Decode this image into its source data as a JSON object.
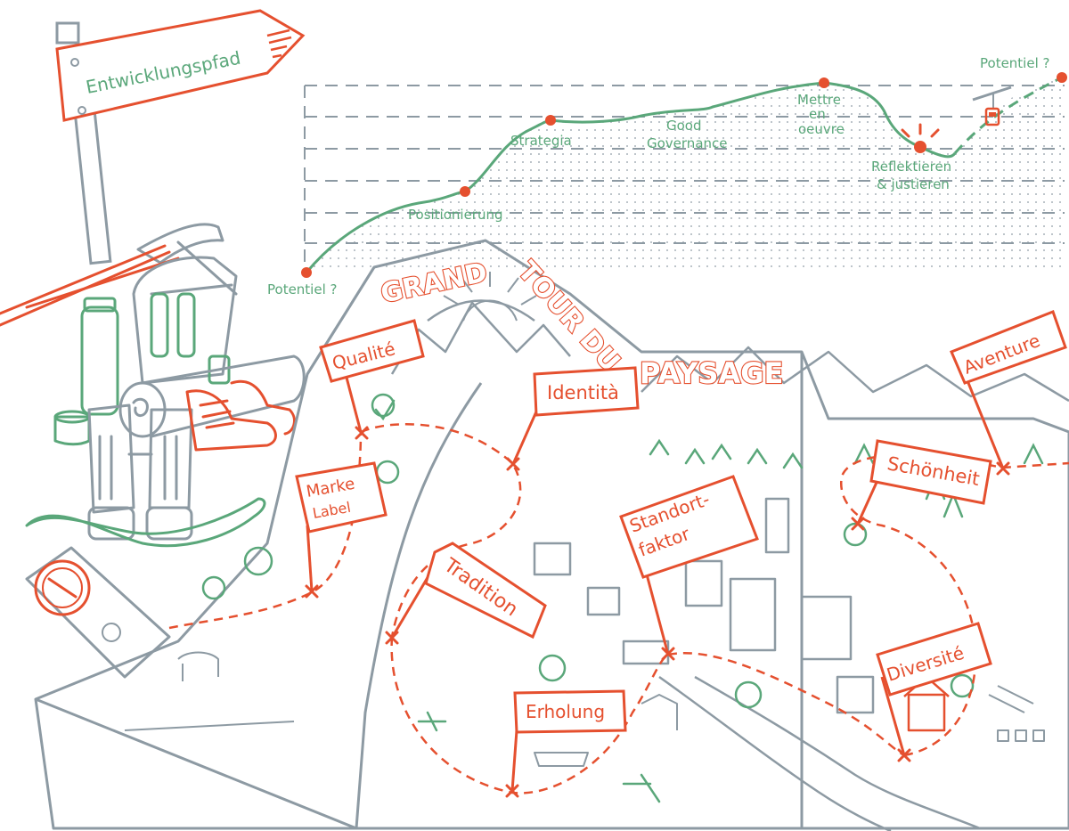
{
  "colors": {
    "red": "#e5502f",
    "green": "#5aa77a",
    "grey": "#8d9aa3",
    "background": "#ffffff"
  },
  "signpost": {
    "label": "Entwicklungspfad"
  },
  "development_path": {
    "start_label": "Potentiel ?",
    "end_label": "Potentiel ?",
    "stages": [
      {
        "label": "Positionierung"
      },
      {
        "label": "Strategia"
      },
      {
        "label": "Good"
      },
      {
        "label": "Governance"
      },
      {
        "label": "Mettre"
      },
      {
        "label": "en"
      },
      {
        "label": "oeuvre"
      },
      {
        "label": "Reflektieren"
      },
      {
        "label": "& justieren"
      }
    ]
  },
  "map_title": {
    "line1": "GRAND",
    "line2": "TOUR DU",
    "line3": "PAYSAGE"
  },
  "flags": {
    "qualite": "Qualité",
    "identita": "Identità",
    "aventure": "Aventure",
    "schoenheit": "Schönheit",
    "marke": "Marke",
    "label": "Label",
    "standort1": "Standort-",
    "standort2": "faktor",
    "tradition": "Tradition",
    "diversite": "Diversité",
    "erholung": "Erholung"
  }
}
